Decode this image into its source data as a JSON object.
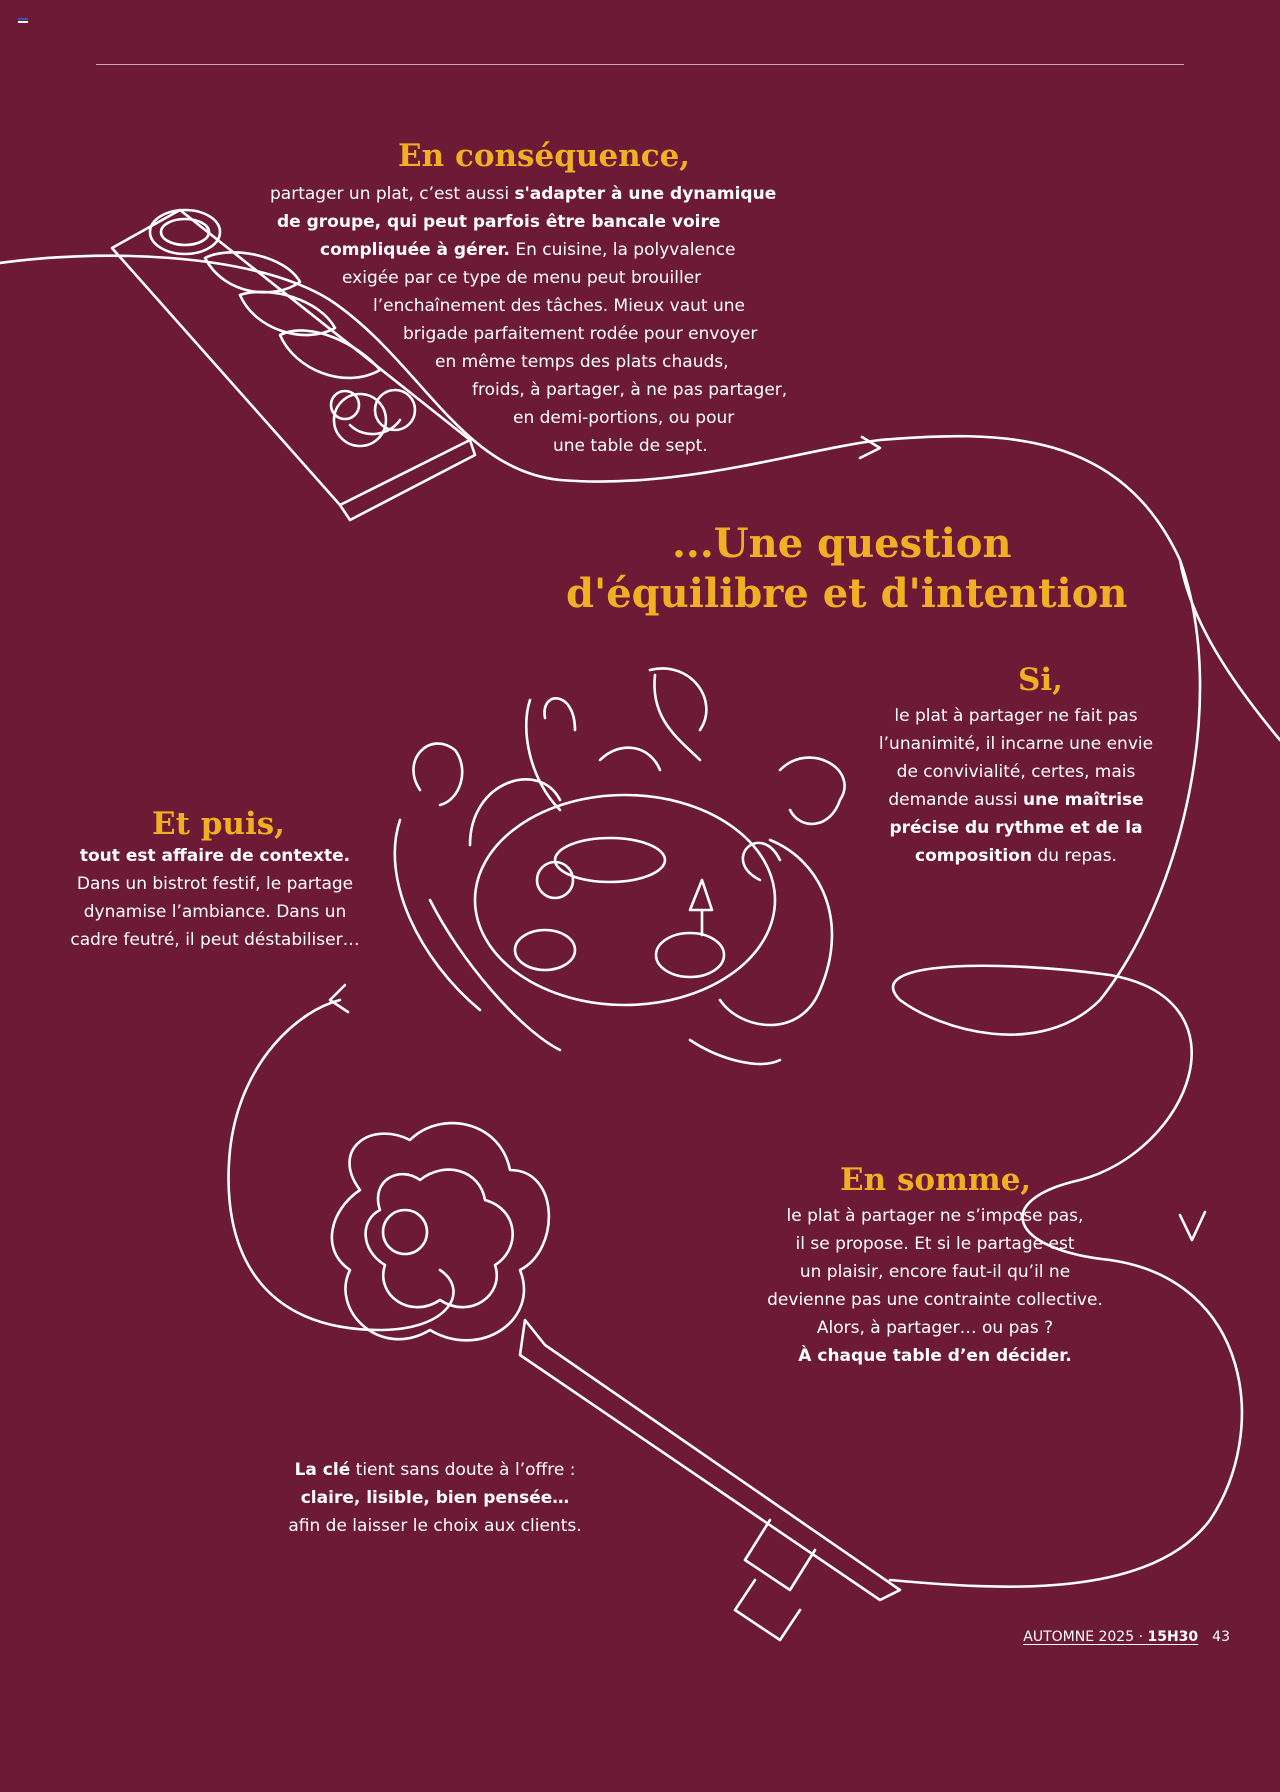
{
  "section1": {
    "heading": "En conséquence,",
    "lines": [
      [
        {
          "t": "partager un plat, c’est aussi ",
          "b": false
        },
        {
          "t": "s'adapter à une dynamique",
          "b": true
        }
      ],
      [
        {
          "t": "de groupe, qui peut parfois être bancale voire",
          "b": true
        }
      ],
      [
        {
          "t": "compliquée à gérer.",
          "b": true
        },
        {
          "t": " En cuisine, la polyvalence",
          "b": false
        }
      ],
      [
        {
          "t": "exigée par ce type de menu peut brouiller",
          "b": false
        }
      ],
      [
        {
          "t": "l’enchaînement des tâches. Mieux vaut une",
          "b": false
        }
      ],
      [
        {
          "t": "brigade parfaitement rodée pour envoyer",
          "b": false
        }
      ],
      [
        {
          "t": "en même temps des plats chauds,",
          "b": false
        }
      ],
      [
        {
          "t": "froids, à partager, à ne pas partager,",
          "b": false
        }
      ],
      [
        {
          "t": "en demi-portions,  ou pour",
          "b": false
        }
      ],
      [
        {
          "t": "une table de sept.",
          "b": false
        }
      ]
    ]
  },
  "title": {
    "line1": "...Une question",
    "line2": "d'équilibre et d'intention"
  },
  "section_si": {
    "heading": "Si,",
    "lines": [
      [
        {
          "t": "le plat à partager ne fait pas",
          "b": false
        }
      ],
      [
        {
          "t": "l’unanimité, il incarne une envie",
          "b": false
        }
      ],
      [
        {
          "t": "de convivialité, certes, mais",
          "b": false
        }
      ],
      [
        {
          "t": "demande aussi ",
          "b": false
        },
        {
          "t": "une maîtrise",
          "b": true
        }
      ],
      [
        {
          "t": "précise du rythme et de la",
          "b": true
        }
      ],
      [
        {
          "t": "composition",
          "b": true
        },
        {
          "t": " du repas.",
          "b": false
        }
      ]
    ]
  },
  "section_puis": {
    "heading": "Et puis,",
    "lines": [
      [
        {
          "t": "tout est affaire de contexte.",
          "b": true
        }
      ],
      [
        {
          "t": "Dans un bistrot festif, le partage",
          "b": false
        }
      ],
      [
        {
          "t": "dynamise l’ambiance. Dans un",
          "b": false
        }
      ],
      [
        {
          "t": "cadre feutré, il peut déstabiliser…",
          "b": false
        }
      ]
    ]
  },
  "section_somme": {
    "heading": "En somme,",
    "lines": [
      [
        {
          "t": "le plat à partager ne s’impose pas,",
          "b": false
        }
      ],
      [
        {
          "t": "il se propose. Et si le partage est",
          "b": false
        }
      ],
      [
        {
          "t": "un plaisir, encore faut-il qu’il ne",
          "b": false
        }
      ],
      [
        {
          "t": "devienne pas une contrainte collective.",
          "b": false
        }
      ],
      [
        {
          "t": "Alors, à partager… ou pas ?",
          "b": false
        }
      ],
      [
        {
          "t": "À chaque table d’en décider.",
          "b": true
        }
      ]
    ]
  },
  "section_cle": {
    "lines": [
      [
        {
          "t": "La clé",
          "b": true
        },
        {
          "t": " tient sans doute à l’offre :",
          "b": false
        }
      ],
      [
        {
          "t": "claire, lisible, bien pensée…",
          "b": true
        }
      ],
      [
        {
          "t": "afin de laisser le choix aux clients.",
          "b": false
        }
      ]
    ]
  },
  "footer": {
    "run": "AUTOMNE 2025 · ",
    "brand": "15H30",
    "page": "43"
  },
  "colors": {
    "background": "#6c1a35",
    "heading": "#f1b023",
    "text": "#ffffff"
  },
  "icons": [
    "flag-icon",
    "sharing-board-illustration",
    "dinner-table-illustration",
    "key-illustration",
    "flowing-line-arrow"
  ]
}
